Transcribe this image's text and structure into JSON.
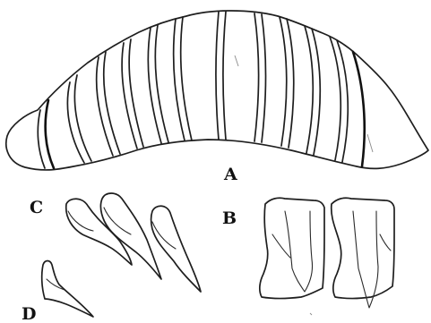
{
  "figure": {
    "labels": {
      "a": "A",
      "b": "B",
      "c": "C",
      "d": "D"
    },
    "ink_color": "#1e1e1e",
    "background": "#ffffff"
  }
}
